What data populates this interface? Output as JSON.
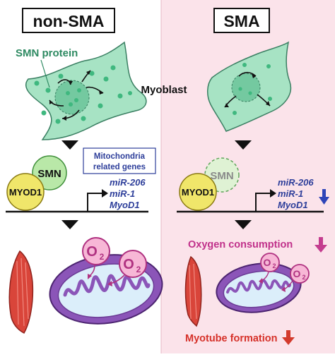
{
  "panels": {
    "left": {
      "header": "non-SMA"
    },
    "right": {
      "header": "SMA"
    }
  },
  "labels": {
    "smn_protein": "SMN protein",
    "myoblast": "Myoblast",
    "mito_genes_line1": "Mitochondria",
    "mito_genes_line2": "related genes",
    "smn": "SMN",
    "myod1": "MYOD1",
    "gene1": "miR-206",
    "gene2": "miR-1",
    "gene3": "MyoD1",
    "o2_base": "O",
    "o2_sub": "2",
    "oxygen_consumption": "Oxygen consumption",
    "myotube_formation": "Myotube formation"
  },
  "colors": {
    "sma_background": "#fbe3ea",
    "cell_fill": "#a7e3c4",
    "cell_stroke": "#3a7f62",
    "nucleus_fill": "#74c9a0",
    "smn_dot": "#3fb87f",
    "smn_circle": "#b9e8a8",
    "myod1_circle": "#f0e66a",
    "gene_text": "#2d3e9a",
    "o2_fill": "#f7b7d6",
    "o2_stroke": "#b03281",
    "mito_outer": "#8b55b8",
    "mito_inner": "#dbeefa",
    "muscle": "#d9453a",
    "down_arrow_blue": "#2e44b8",
    "down_arrow_magenta": "#c43d8f",
    "down_arrow_red": "#d33a2c",
    "text_magenta": "#c0308a",
    "text_red": "#d6322a"
  },
  "icons": [
    "cell",
    "nucleus",
    "smn-dot",
    "arrow-down-icon",
    "promoter-arrow-icon",
    "muscle-icon",
    "mitochondrion-icon",
    "o2-bubble-icon"
  ]
}
